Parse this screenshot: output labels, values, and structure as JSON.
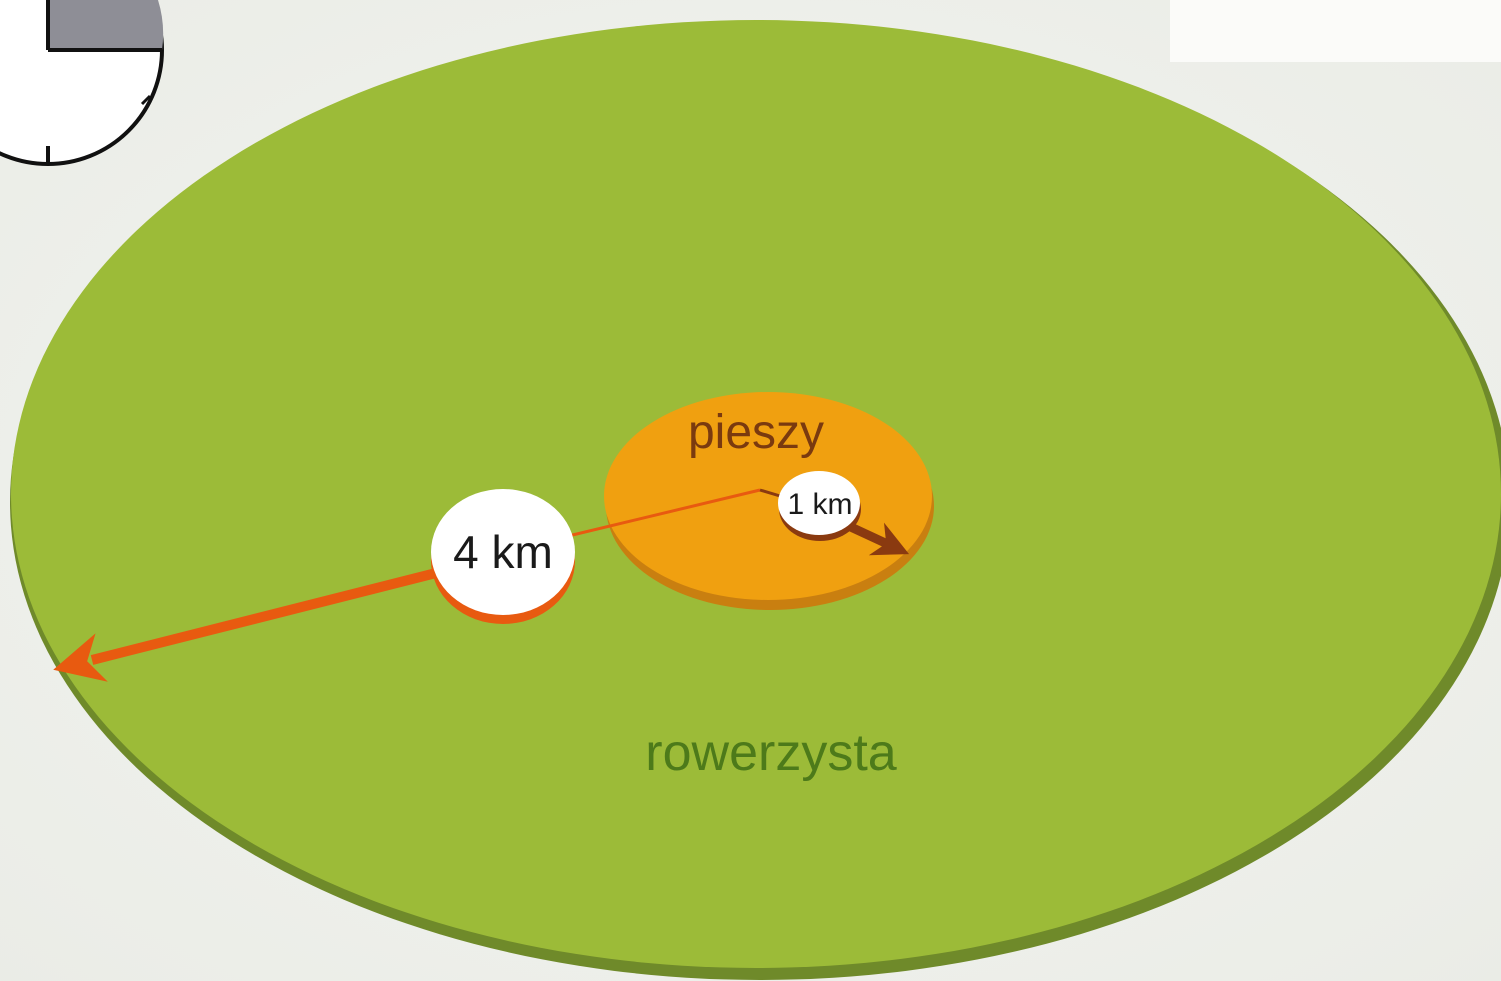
{
  "diagram": {
    "outer_zone": {
      "label": "rowerzysta",
      "color": "#9cbb38",
      "shadow_color": "#6f8a2a"
    },
    "inner_zone": {
      "label": "pieszy",
      "color": "#f0a010",
      "shadow_color": "#c97f10",
      "text_color": "#7a3a0f"
    },
    "outer_radius": {
      "label": "4 km",
      "arrow_color": "#e85a10"
    },
    "inner_radius": {
      "label": "1 km",
      "arrow_color": "#8a3a10"
    },
    "clock_icon": {
      "name": "clock-icon",
      "fill": "#8e8e96"
    }
  }
}
